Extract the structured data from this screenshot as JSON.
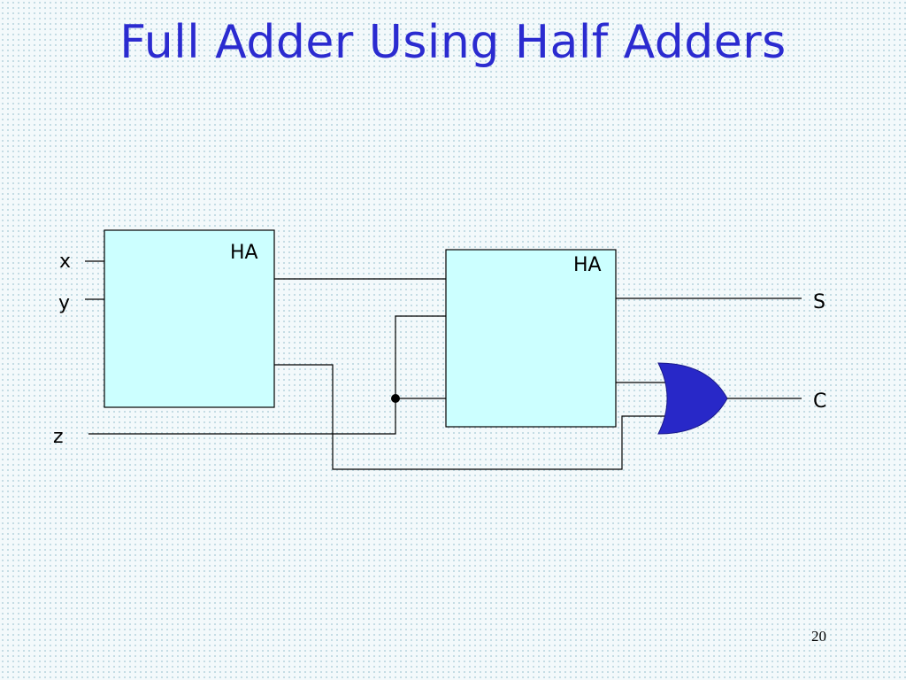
{
  "slide": {
    "title": "Full Adder Using Half Adders",
    "page_number": "20"
  },
  "diagram": {
    "blocks": [
      {
        "id": "ha1",
        "label": "HA"
      },
      {
        "id": "ha2",
        "label": "HA"
      }
    ],
    "gates": [
      {
        "id": "or1",
        "type": "OR",
        "fill": "#2828c8"
      }
    ],
    "inputs": {
      "x": "x",
      "y": "y",
      "z": "z"
    },
    "outputs": {
      "s": "S",
      "c": "C"
    },
    "colors": {
      "title": "#2b2bd0",
      "block_fill": "#ccffff",
      "or_gate": "#2828c8"
    }
  }
}
